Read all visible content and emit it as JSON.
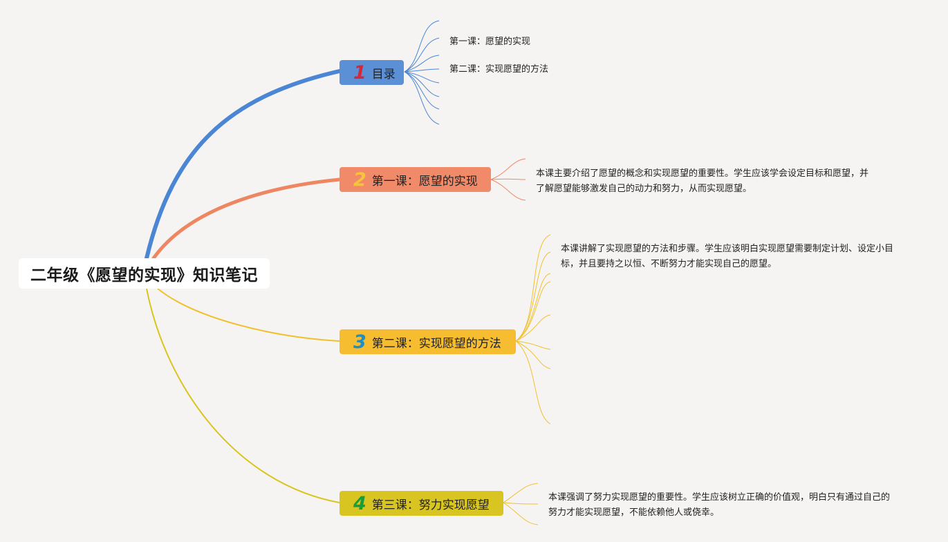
{
  "root": {
    "title": "二年级《愿望的实现》知识笔记"
  },
  "topics": [
    {
      "number": "1",
      "label": "目录",
      "color": "#5b8fd6",
      "leaves": [
        "第一课：愿望的实现",
        "第二课：实现愿望的方法"
      ]
    },
    {
      "number": "2",
      "label": "第一课：愿望的实现",
      "color": "#f08a68",
      "leaves": [
        "本课主要介绍了愿望的概念和实现愿望的重要性。学生应该学会设定目标和愿望，并了解愿望能够激发自己的动力和努力，从而实现愿望。"
      ]
    },
    {
      "number": "3",
      "label": "第二课：实现愿望的方法",
      "color": "#f5bd2f",
      "leaves": [
        "本课讲解了实现愿望的方法和步骤。学生应该明白实现愿望需要制定计划、设定小目标，并且要持之以恒、不断努力才能实现自己的愿望。"
      ]
    },
    {
      "number": "4",
      "label": "第三课：努力实现愿望",
      "color": "#d9c521",
      "leaves": [
        "本课强调了努力实现愿望的重要性。学生应该树立正确的价值观，明白只有通过自己的努力才能实现愿望，不能依赖他人或侥幸。"
      ]
    }
  ]
}
